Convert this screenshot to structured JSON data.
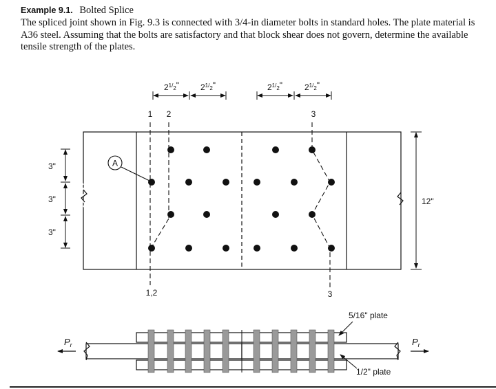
{
  "example": {
    "number": "Example 9.1.",
    "name": "Bolted Splice",
    "text": "The spliced joint shown in Fig. 9.3 is connected with 3/4-in diameter bolts in standard holes. The plate material is A36 steel. Assuming that the bolts are satisfactory and that block shear does not govern, determine the available tensile strength of the plates."
  },
  "figure": {
    "pitch_whole": "2",
    "pitch_num": "1",
    "pitch_den": "2",
    "inch_mark": "\"",
    "section_1": "1",
    "section_2": "2",
    "section_3_top": "3",
    "section_12": "1,2",
    "section_3_bottom": "3",
    "callout": "A",
    "gage_top": "3\"",
    "gage_mid": "3\"",
    "gage_bot": "3\"",
    "width_label": "12\"",
    "splice_plate_label": "5/16\" plate",
    "main_plate_label": "1/2\" plate",
    "force_main": "P",
    "force_sub": "r"
  }
}
